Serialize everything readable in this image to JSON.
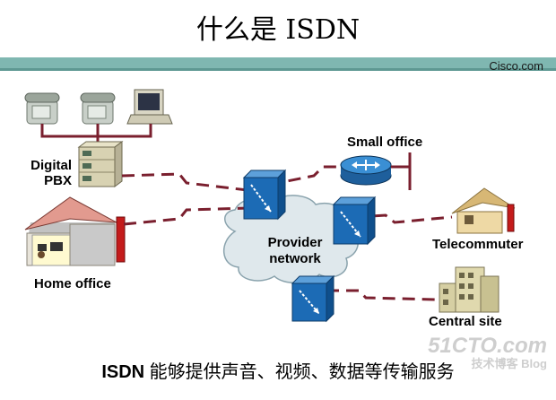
{
  "title": "什么是 ISDN",
  "brand": "Cisco.com",
  "colors": {
    "band_teal": "#7fb7b1",
    "link_red": "#7a1f2e",
    "switch_blue": "#1c6bb5",
    "router_blue": "#3a8fd4",
    "cloud": "#dfe8ec"
  },
  "labels": {
    "digital_pbx": "Digital\nPBX",
    "small_office": "Small office",
    "home_office": "Home office",
    "provider_network": "Provider\nnetwork",
    "telecommuter": "Telecommuter",
    "central_site": "Central site"
  },
  "caption": {
    "acronym": "ISDN",
    "text": "能够提供声音、视频、数据等传输服务"
  },
  "watermark": {
    "site": "51CTO.com",
    "blog": "技术博客 Blog"
  }
}
